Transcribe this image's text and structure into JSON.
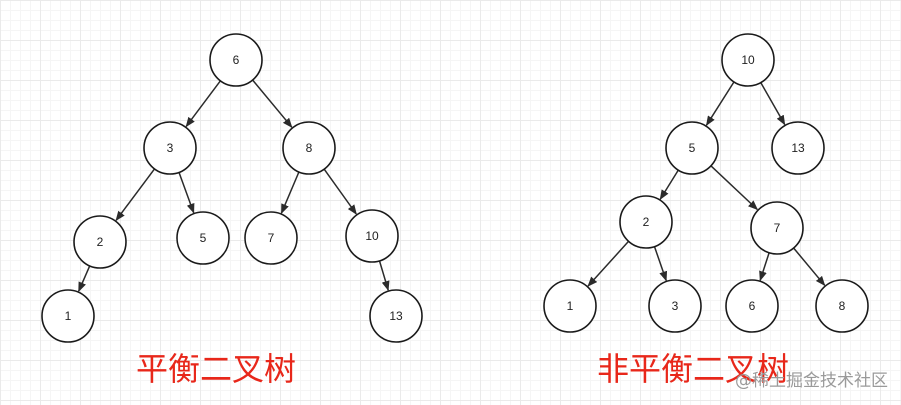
{
  "colors": {
    "caption": "#e8271a",
    "node_stroke": "#1a1a1a",
    "edge": "#2b2b2b",
    "watermark": "#9a9a9a"
  },
  "trees": [
    {
      "id": "balanced",
      "caption": "平衡二叉树",
      "nodes": [
        {
          "id": "b6",
          "label": "6"
        },
        {
          "id": "b3",
          "label": "3"
        },
        {
          "id": "b8",
          "label": "8"
        },
        {
          "id": "b2",
          "label": "2"
        },
        {
          "id": "b5",
          "label": "5"
        },
        {
          "id": "b7",
          "label": "7"
        },
        {
          "id": "b10",
          "label": "10"
        },
        {
          "id": "b1",
          "label": "1"
        },
        {
          "id": "b13",
          "label": "13"
        }
      ],
      "edges": [
        {
          "from": "b6",
          "to": "b3"
        },
        {
          "from": "b6",
          "to": "b8"
        },
        {
          "from": "b3",
          "to": "b2"
        },
        {
          "from": "b3",
          "to": "b5"
        },
        {
          "from": "b8",
          "to": "b7"
        },
        {
          "from": "b8",
          "to": "b10"
        },
        {
          "from": "b2",
          "to": "b1"
        },
        {
          "from": "b10",
          "to": "b13"
        }
      ]
    },
    {
      "id": "unbalanced",
      "caption": "非平衡二叉树",
      "nodes": [
        {
          "id": "u10",
          "label": "10"
        },
        {
          "id": "u5",
          "label": "5"
        },
        {
          "id": "u13",
          "label": "13"
        },
        {
          "id": "u2",
          "label": "2"
        },
        {
          "id": "u7",
          "label": "7"
        },
        {
          "id": "u1",
          "label": "1"
        },
        {
          "id": "u3",
          "label": "3"
        },
        {
          "id": "u6",
          "label": "6"
        },
        {
          "id": "u8",
          "label": "8"
        }
      ],
      "edges": [
        {
          "from": "u10",
          "to": "u5"
        },
        {
          "from": "u10",
          "to": "u13"
        },
        {
          "from": "u5",
          "to": "u2"
        },
        {
          "from": "u5",
          "to": "u7"
        },
        {
          "from": "u2",
          "to": "u1"
        },
        {
          "from": "u2",
          "to": "u3"
        },
        {
          "from": "u7",
          "to": "u6"
        },
        {
          "from": "u7",
          "to": "u8"
        }
      ]
    }
  ],
  "watermark": "@稀土掘金技术社区"
}
